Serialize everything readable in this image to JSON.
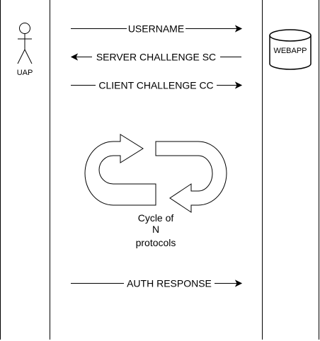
{
  "diagram": {
    "actor": {
      "label": "UAP",
      "icon": "stick-figure-icon"
    },
    "server": {
      "label": "WEBAPP",
      "icon": "database-cylinder-icon"
    },
    "messages": [
      {
        "label": "USERNAME",
        "direction": "right"
      },
      {
        "label": "SERVER CHALLENGE SC",
        "direction": "left"
      },
      {
        "label": "CLIENT CHALLENGE CC",
        "direction": "right"
      },
      {
        "label": "AUTH RESPONSE",
        "direction": "right"
      }
    ],
    "cycle": {
      "icon": "cycle-arrows-icon",
      "caption_lines": [
        "Cycle of",
        "N",
        "protocols"
      ]
    },
    "colors": {
      "stroke": "#000000",
      "background": "#ffffff"
    }
  }
}
